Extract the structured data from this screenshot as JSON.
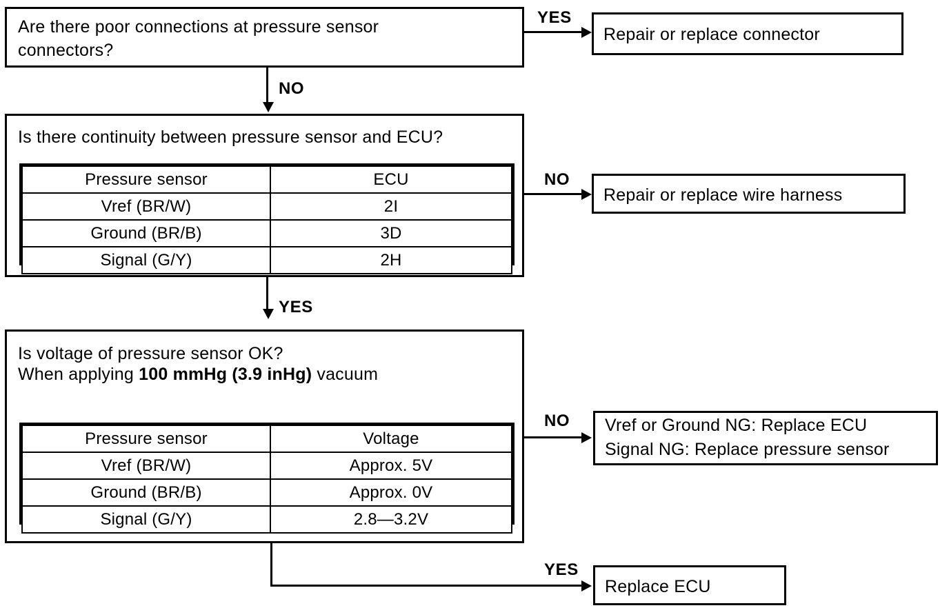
{
  "diagram": {
    "title": "Pressure sensor troubleshooting flowchart",
    "ink_color": "#000000",
    "background_color": "#ffffff"
  },
  "steps": [
    {
      "id": "step1",
      "question": "Are there poor connections at pressure sensor\nconnectors?",
      "yes_label": "YES",
      "no_label": "NO"
    },
    {
      "id": "step2",
      "question": "Is there continuity between pressure sensor and ECU?",
      "yes_label": "YES",
      "no_label": "NO",
      "table": {
        "headers": [
          "Pressure sensor",
          "ECU"
        ],
        "rows": [
          [
            "Vref (BR/W)",
            "2I"
          ],
          [
            "Ground (BR/B)",
            "3D"
          ],
          [
            "Signal (G/Y)",
            "2H"
          ]
        ]
      }
    },
    {
      "id": "step3",
      "question_line1": "Is voltage of pressure sensor OK?",
      "question_line2_pre": "When applying ",
      "question_line2_bold": "100 mmHg (3.9 inHg)",
      "question_line2_post": " vacuum",
      "yes_label": "YES",
      "no_label": "NO",
      "table": {
        "headers": [
          "Pressure sensor",
          "Voltage"
        ],
        "rows": [
          [
            "Vref (BR/W)",
            "Approx. 5V"
          ],
          [
            "Ground (BR/B)",
            "Approx. 0V"
          ],
          [
            "Signal (G/Y)",
            "2.8—3.2V"
          ]
        ]
      }
    }
  ],
  "outcomes": {
    "repair_connector": "Repair or replace connector",
    "repair_harness": "Repair or replace wire harness",
    "ng_result": "Vref or Ground NG: Replace ECU\nSignal NG: Replace pressure sensor",
    "replace_ecu": "Replace ECU"
  },
  "branch_labels": {
    "step1_yes": "YES",
    "step1_no": "NO",
    "step2_no": "NO",
    "step2_yes": "YES",
    "step3_no": "NO",
    "step3_yes": "YES"
  }
}
